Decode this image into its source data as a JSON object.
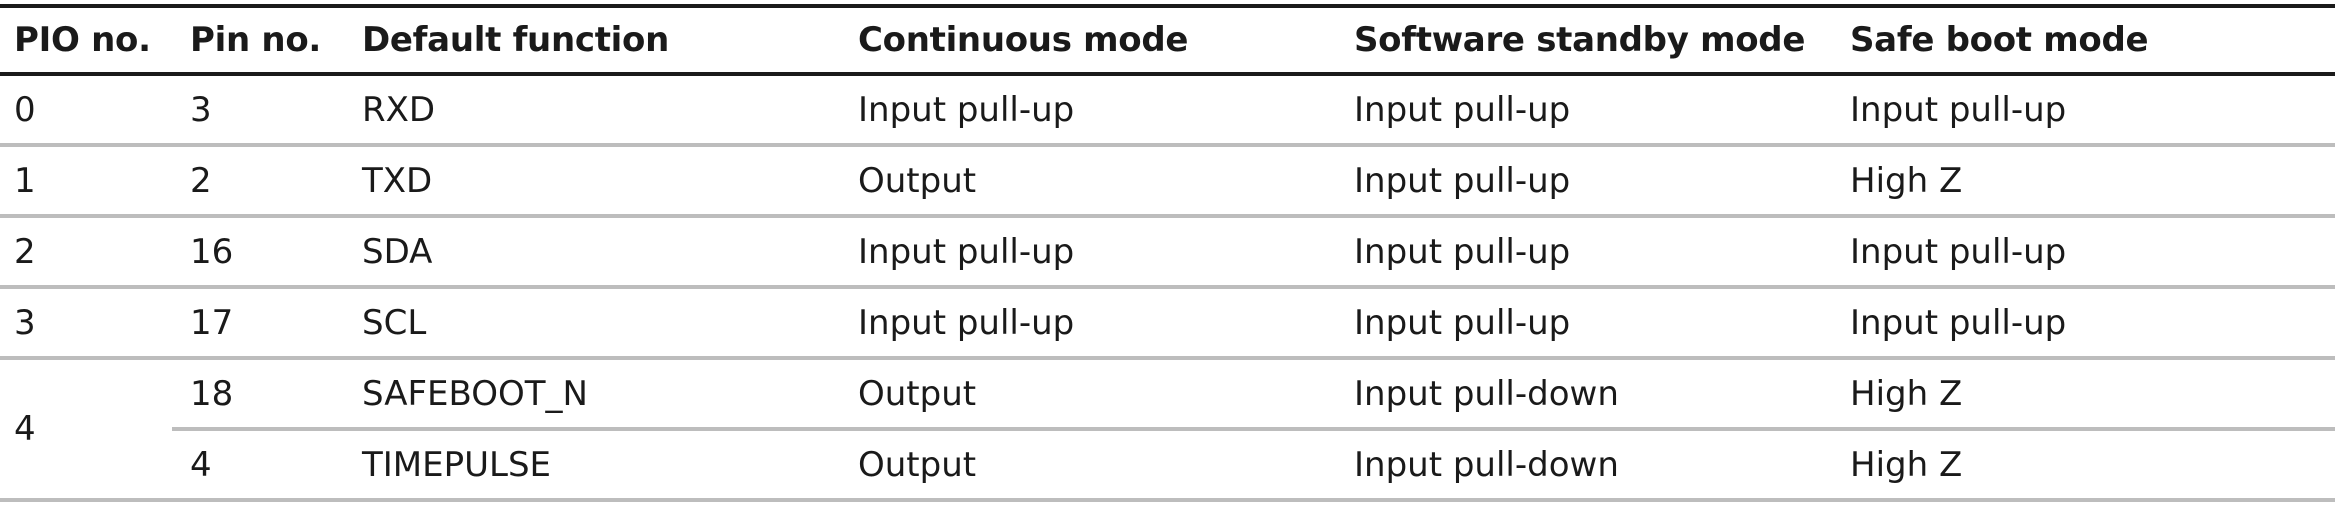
{
  "table": {
    "headers": {
      "pio": "PIO no.",
      "pin": "Pin no.",
      "default_function": "Default function",
      "continuous_mode": "Continuous mode",
      "software_standby_mode": "Software standby mode",
      "safe_boot_mode": "Safe boot mode"
    },
    "rows": [
      {
        "pio": "0",
        "pin": "3",
        "default_function": "RXD",
        "continuous_mode": "Input pull-up",
        "software_standby_mode": "Input pull-up",
        "safe_boot_mode": "Input pull-up"
      },
      {
        "pio": "1",
        "pin": "2",
        "default_function": "TXD",
        "continuous_mode": "Output",
        "software_standby_mode": "Input pull-up",
        "safe_boot_mode": "High Z"
      },
      {
        "pio": "2",
        "pin": "16",
        "default_function": "SDA",
        "continuous_mode": "Input pull-up",
        "software_standby_mode": "Input pull-up",
        "safe_boot_mode": "Input pull-up"
      },
      {
        "pio": "3",
        "pin": "17",
        "default_function": "SCL",
        "continuous_mode": "Input pull-up",
        "software_standby_mode": "Input pull-up",
        "safe_boot_mode": "Input pull-up"
      },
      {
        "pio": "4",
        "pin": "18",
        "default_function": "SAFEBOOT_N",
        "continuous_mode": "Output",
        "software_standby_mode": "Input pull-down",
        "safe_boot_mode": "High Z"
      },
      {
        "pin": "4",
        "default_function": "TIMEPULSE",
        "continuous_mode": "Output",
        "software_standby_mode": "Input pull-down",
        "safe_boot_mode": "High Z"
      }
    ]
  },
  "colors": {
    "text": "#1a1a1a",
    "header_rule": "#1a1a1a",
    "row_rule": "#bdbdbd",
    "background": "#ffffff"
  }
}
